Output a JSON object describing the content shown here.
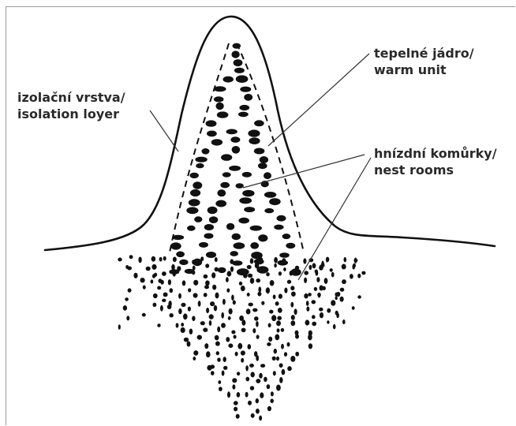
{
  "labels": {
    "isolation": {
      "line1": "izolační vrstva/",
      "line2": "isolation loyer"
    },
    "warm_unit": {
      "line1": "tepelné jádro/",
      "line2": "warm unit"
    },
    "nest_rooms": {
      "line1": "hnízdní komůrky/",
      "line2": "nest rooms"
    }
  },
  "colors": {
    "ink": "#111111",
    "text": "#2a2a2a",
    "frame": "#9a9a9a",
    "background": "#ffffff"
  }
}
